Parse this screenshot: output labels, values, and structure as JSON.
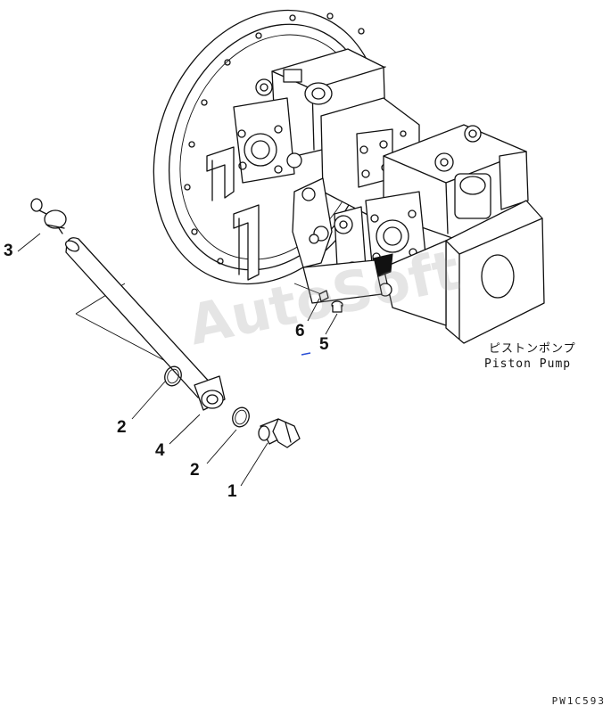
{
  "callouts": {
    "c1": "1",
    "c2a": "2",
    "c2b": "2",
    "c3": "3",
    "c4": "4",
    "c5": "5",
    "c6": "6"
  },
  "caption": {
    "jp": "ピストンポンプ",
    "en": "Piston Pump"
  },
  "watermark": "AutoSoft",
  "drawing_code": "PW1C593"
}
